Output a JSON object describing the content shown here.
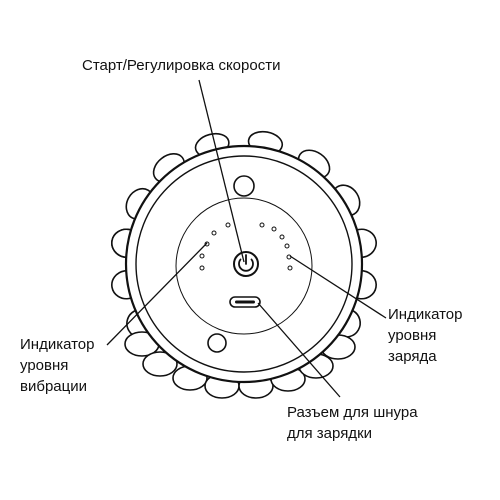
{
  "labels": {
    "power": "Старт/Регулировка скорости",
    "vibration": [
      "Индикатор",
      "уровня",
      "вибрации"
    ],
    "battery": [
      "Индикатор",
      "уровня",
      "заряда"
    ],
    "port": [
      "Разъем для шнура",
      "для зарядки"
    ]
  },
  "icons": {
    "power": "power-icon",
    "port": "usb-c-port-icon"
  },
  "colors": {
    "stroke": "#111111",
    "fill": "#ffffff",
    "text": "#111111"
  }
}
